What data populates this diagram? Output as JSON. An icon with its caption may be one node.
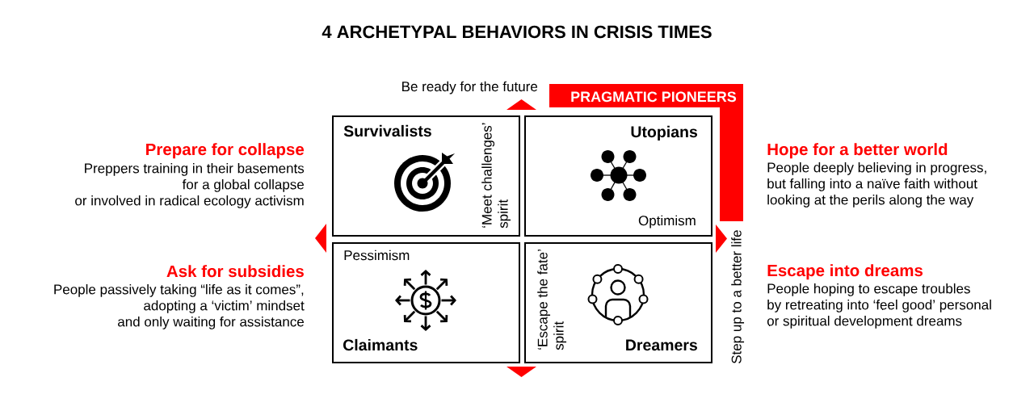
{
  "diagram": {
    "title": "4 ARCHETYPAL BEHAVIORS IN CRISIS TIMES",
    "nodes": [
      {
        "text": [
          "PRAGMATIC PIONEERS"
        ]
      },
      {
        "text": [
          "Survivalists",
          "‘Meet challenges’ spirit"
        ]
      },
      {
        "text": [
          "Utopians",
          "Optimism"
        ]
      },
      {
        "text": [
          "Pessimism",
          "Claimants"
        ]
      },
      {
        "text": [
          "‘Escape the fate’ spirit",
          "Dreamers"
        ]
      }
    ],
    "labels": [
      "Be ready for the future",
      "Prepare for collapse",
      "Preppers training in their basements for a global collapse or involved in radical ecology activism",
      "Hope for a better world",
      "People deeply believing in progress, but falling into a naïve faith without looking at the perils along the way",
      "Ask for subsidies",
      "People passively taking “life as it comes”, adopting a ‘victim’ mindset and only waiting for assistance",
      "Escape into dreams",
      "People hoping to escape troubles by retreating into ‘feel good’ personal or spiritual development dreams",
      "Step up to a better life"
    ]
  }
}
